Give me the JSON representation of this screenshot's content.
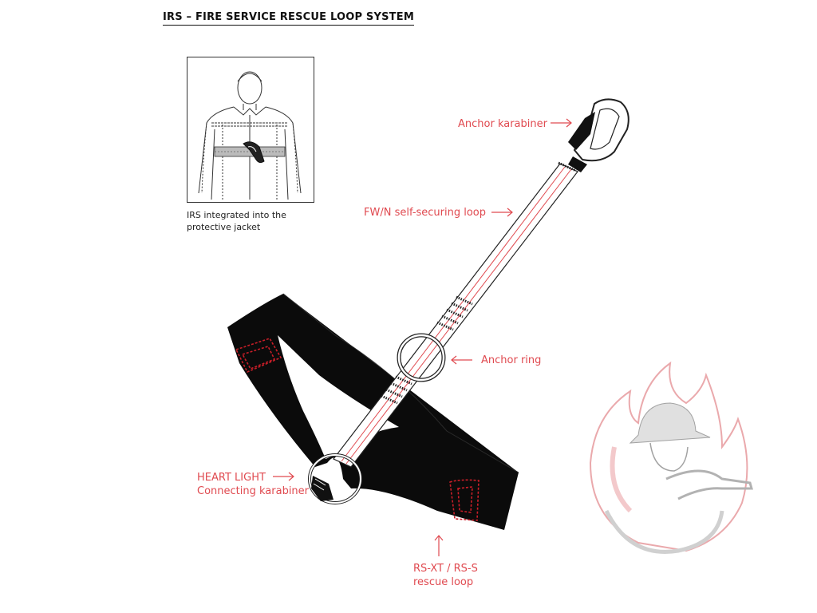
{
  "title": "IRS – FIRE SERVICE RESCUE LOOP SYSTEM",
  "inset_caption": {
    "line1": "IRS integrated into the",
    "line2": "protective jacket"
  },
  "labels": {
    "anchor_karabiner": "Anchor karabiner",
    "self_securing_loop": "FW/N self-securing loop",
    "anchor_ring": "Anchor ring",
    "heart_light_line1": "HEART LIGHT",
    "heart_light_line2": "Connecting karabiner",
    "rescue_loop_line1": "RS-XT / RS-S",
    "rescue_loop_line2": "rescue loop"
  },
  "colors": {
    "accent": "#e04a50",
    "strap": "#0b0b0b",
    "stitch": "#c81e28",
    "line": "#222222"
  },
  "icons": {
    "arrow": "right-arrow-icon",
    "up_arrow": "up-arrow-icon"
  }
}
